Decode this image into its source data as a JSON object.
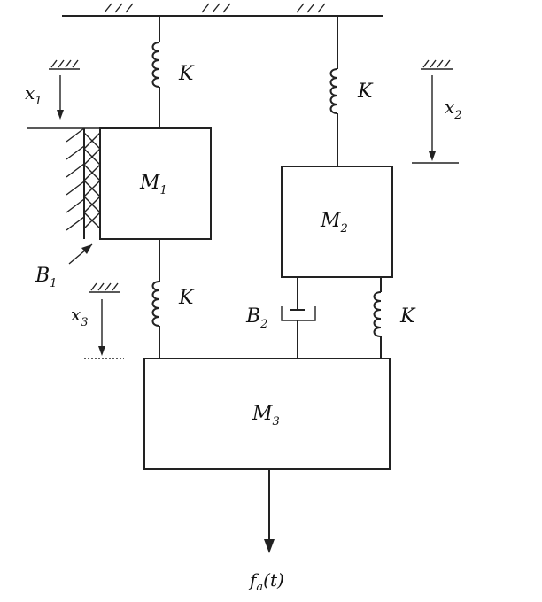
{
  "masses": {
    "m1": {
      "base": "M",
      "sub": "1"
    },
    "m2": {
      "base": "M",
      "sub": "2"
    },
    "m3": {
      "base": "M",
      "sub": "3"
    }
  },
  "springs": {
    "s1": "K",
    "s2": "K",
    "s3": "K",
    "s4": "K"
  },
  "dampers": {
    "b1": {
      "base": "B",
      "sub": "1"
    },
    "b2": {
      "base": "B",
      "sub": "2"
    }
  },
  "displacements": {
    "x1": {
      "base": "x",
      "sub": "1"
    },
    "x2": {
      "base": "x",
      "sub": "2"
    },
    "x3": {
      "base": "x",
      "sub": "3"
    }
  },
  "force": {
    "base": "f",
    "sub": "a",
    "arg": "(t)"
  }
}
